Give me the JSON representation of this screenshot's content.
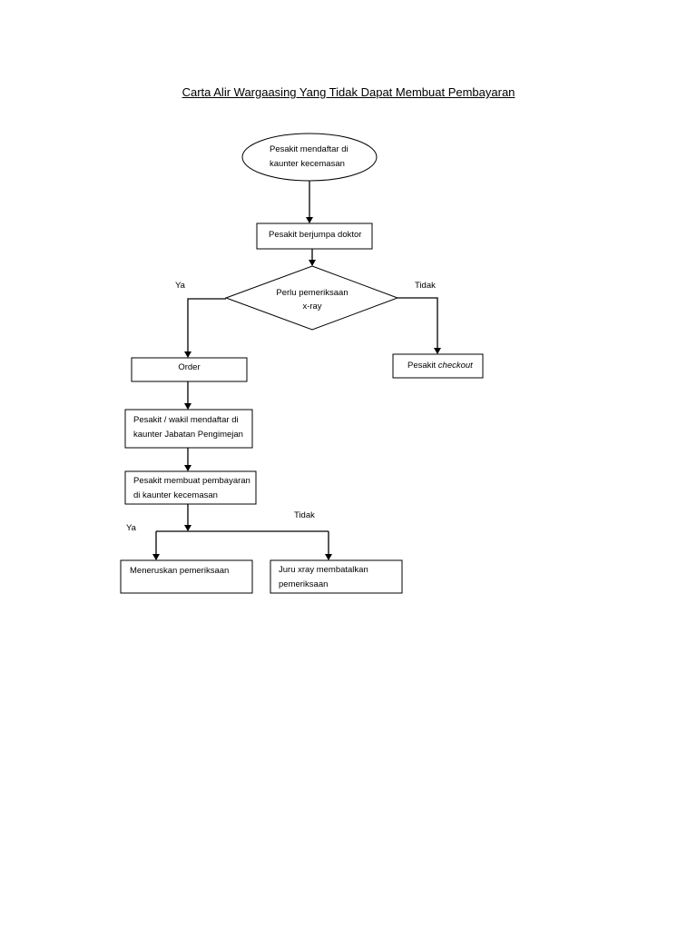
{
  "title": "Carta Alir Wargaasing Yang Tidak Dapat Membuat Pembayaran",
  "nodes": {
    "start_line1": "Pesakit mendaftar di",
    "start_line2": "kaunter kecemasan",
    "doctor": "Pesakit berjumpa doktor",
    "decision_line1": "Perlu pemeriksaan",
    "decision_line2": "x-ray",
    "order": "Order",
    "checkout_prefix": "Pesakit",
    "checkout_italic": "checkout",
    "register_line1": "Pesakit / wakil mendaftar di",
    "register_line2": "kaunter Jabatan Pengimejan",
    "payment_line1": "Pesakit membuat pembayaran",
    "payment_line2": "di kaunter kecemasan",
    "continue": "Meneruskan pemeriksaan",
    "cancel_line1": "Juru xray membatalkan",
    "cancel_line2": "pemeriksaan"
  },
  "branch_labels": {
    "decision_yes": "Ya",
    "decision_no": "Tidak",
    "payment_yes": "Ya",
    "payment_no": "Tidak"
  }
}
